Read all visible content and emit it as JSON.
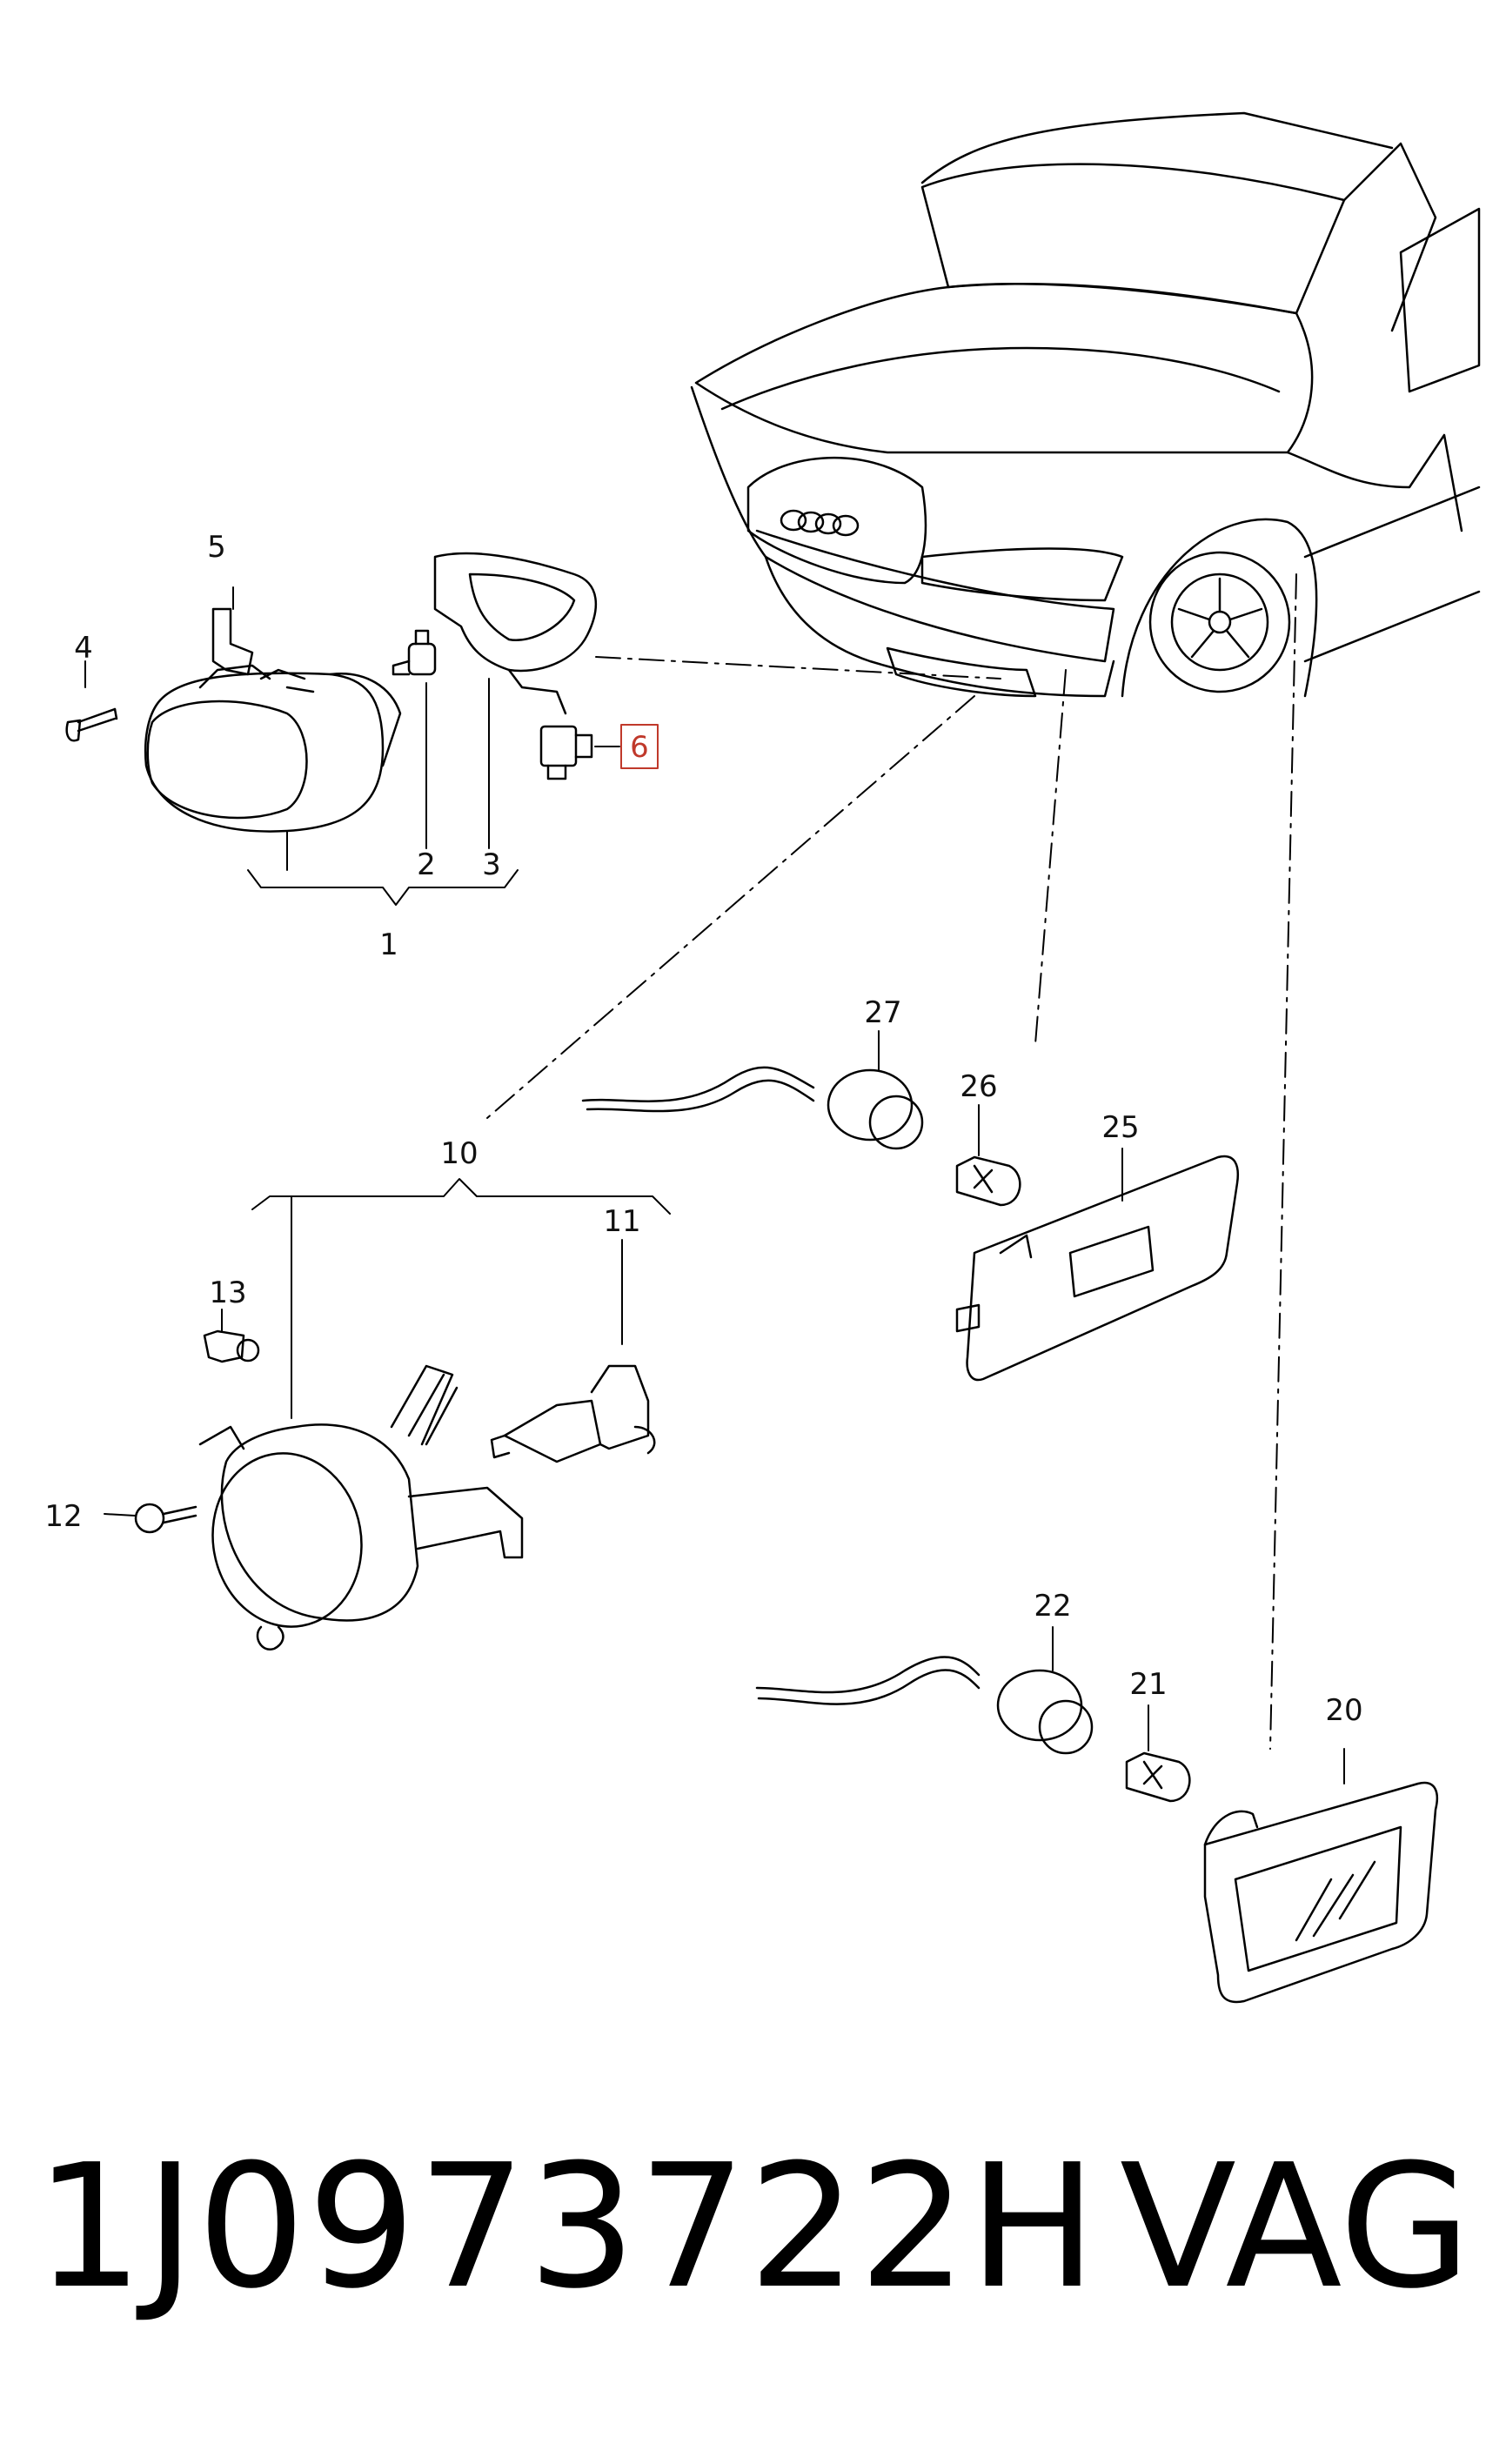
{
  "diagram": {
    "callouts": [
      "1",
      "2",
      "3",
      "4",
      "5",
      "6",
      "10",
      "11",
      "12",
      "13",
      "20",
      "21",
      "22",
      "25",
      "26",
      "27"
    ],
    "highlighted_callout": "6",
    "highlight_color": "#c0392b",
    "line_color": "#000000"
  },
  "caption": {
    "part_number": "1J0973722H",
    "brand": "VAG"
  }
}
